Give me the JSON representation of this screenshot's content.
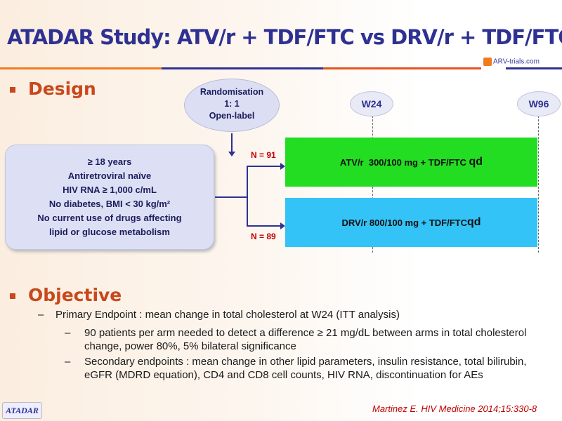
{
  "title": "ATADAR Study: ATV/r + TDF/FTC vs DRV/r + TDF/FTC",
  "logo": "ARV-trials.com",
  "design": {
    "heading": "Design",
    "randomisation": [
      "Randomisation",
      "1: 1",
      "Open-label"
    ],
    "criteria": [
      "≥ 18 years",
      "Antiretroviral  naïve",
      "HIV RNA ≥ 1,000 c/mL",
      "No diabetes, BMI < 30 kg/m²",
      "No current use of drugs affecting",
      "lipid or glucose metabolism"
    ],
    "weeks": [
      "W24",
      "W96"
    ],
    "arms": [
      {
        "n": "N = 91",
        "label": "ATV/r  300/100 mg + TDF/FTC ",
        "qd": "qd",
        "color": "#22dd22"
      },
      {
        "n": "N = 89",
        "label": "DRV/r 800/100 mg + TDF/FTC",
        "qd": "qd",
        "color": "#33c3f7"
      }
    ]
  },
  "objective": {
    "heading": "Objective",
    "primary": "Primary Endpoint : mean change in total cholesterol at W24 (ITT analysis)",
    "sub": [
      "90 patients per arm needed to detect a difference ≥ 21 mg/dL between arms in total cholesterol change, power 80%, 5% bilateral significance",
      "Secondary endpoints : mean change in other lipid parameters, insulin resistance, total bilirubin, eGFR (MDRD equation), CD4 and CD8 cell counts, HIV RNA, discontinuation for AEs"
    ]
  },
  "footer": {
    "badge": "ATADAR",
    "reference": "Martinez E. HIV Medicine 2014;15:330-8"
  }
}
